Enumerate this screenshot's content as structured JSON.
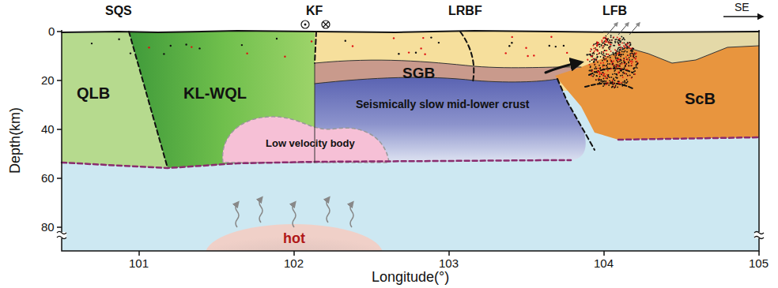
{
  "diagram": {
    "nodes": [
      {
        "text": [
          "QLB"
        ]
      },
      {
        "text": [
          "KL-WQL"
        ]
      },
      {
        "text": [
          "SGB"
        ]
      },
      {
        "text": [
          "ScB"
        ]
      },
      {
        "text": [
          "Seismically slow mid-lower crust"
        ]
      },
      {
        "text": [
          "Low velocity body"
        ]
      },
      {
        "text": [
          "hot"
        ]
      }
    ],
    "labels": [
      "SQS",
      "KF",
      "LRBF",
      "LFB",
      "SE",
      "0",
      "20",
      "40",
      "60",
      "80",
      "101",
      "102",
      "103",
      "104",
      "105",
      "Depth(km)",
      "Longitude(°)"
    ]
  }
}
